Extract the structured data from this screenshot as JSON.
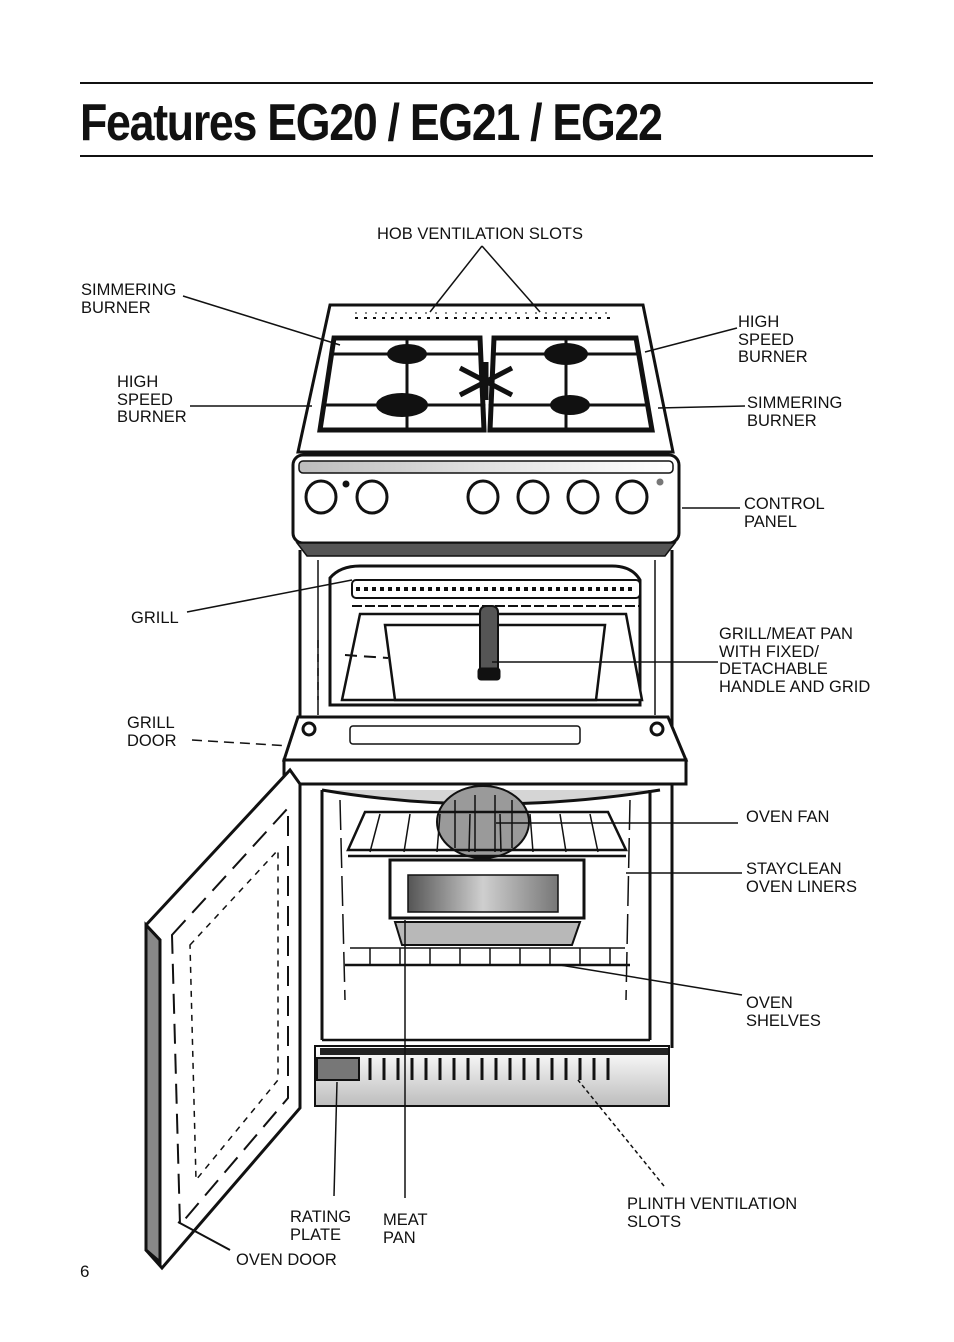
{
  "title": "Features EG20 / EG21 / EG22",
  "page_number": "6",
  "labels": {
    "hob_ventilation_slots": "HOB VENTILATION SLOTS",
    "simmering_burner_left": "SIMMERING\nBURNER",
    "high_speed_burner_left": "HIGH\nSPEED\nBURNER",
    "high_speed_burner_right": "HIGH\nSPEED\nBURNER",
    "simmering_burner_right": "SIMMERING\nBURNER",
    "control_panel": "CONTROL\nPANEL",
    "grill": "GRILL",
    "grill_meat_pan": "GRILL/MEAT PAN\nWITH FIXED/\nDETACHABLE\nHANDLE AND GRID",
    "grill_door": "GRILL\nDOOR",
    "oven_fan": "OVEN FAN",
    "stayclean_oven_liners": "STAYCLEAN\nOVEN LINERS",
    "oven_shelves": "OVEN\nSHELVES",
    "plinth_ventilation_slots": "PLINTH VENTILATION\nSLOTS",
    "rating_plate": "RATING\nPLATE",
    "meat_pan": "MEAT\nPAN",
    "oven_door": "OVEN DOOR"
  }
}
